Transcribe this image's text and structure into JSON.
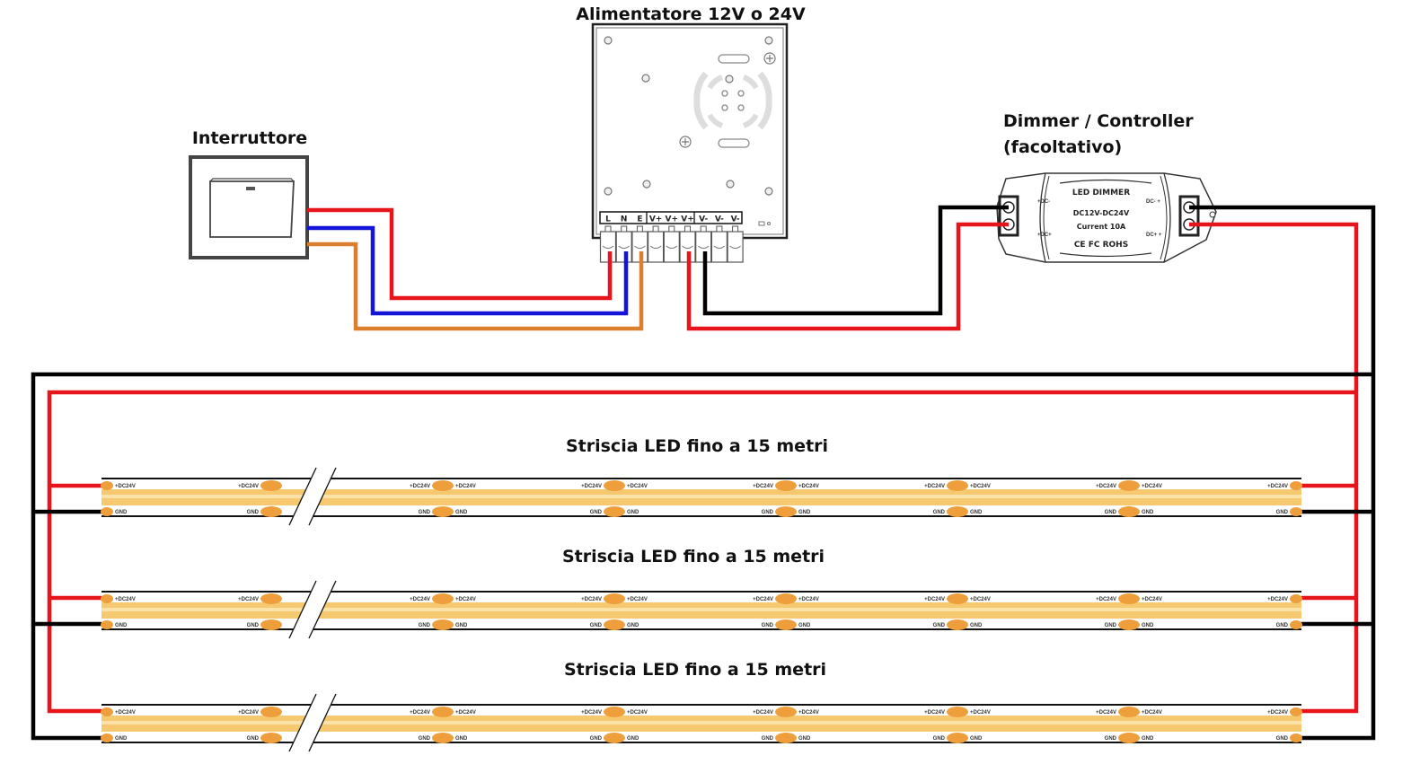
{
  "diagram": {
    "power_supply": {
      "title": "Alimentatore 12V o 24V",
      "terminals": [
        "L",
        "N",
        "E",
        "V+",
        "V+",
        "V+",
        "V-",
        "V-",
        "V-"
      ]
    },
    "switch": {
      "title": "Interruttore"
    },
    "dimmer": {
      "title_line1": "Dimmer / Controller",
      "title_line2": "(facoltativo)",
      "label_top": "LED DIMMER",
      "label_voltage": "DC12V-DC24V",
      "label_current": "Current 10A",
      "label_cert": "CE  FC ROHS",
      "pin_in_neg": "+DC-",
      "pin_in_pos": "+DC+",
      "pin_out_neg": "DC- +",
      "pin_out_pos": "DC+ +"
    },
    "strips": [
      {
        "title": "Striscia LED fino a 15 metri"
      },
      {
        "title": "Striscia LED fino a 15 metri"
      },
      {
        "title": "Striscia LED fino a 15 metri"
      }
    ],
    "strip_pin_labels": {
      "positive": "+DC24V",
      "ground": "GND"
    },
    "wire_colors": {
      "live": "#e8141b",
      "neutral": "#1414d8",
      "earth": "#d97f2e",
      "positive": "#e8141b",
      "negative": "#000000"
    },
    "strip_colors": {
      "band": "#f6c970",
      "pad": "#ee9f3c"
    }
  }
}
